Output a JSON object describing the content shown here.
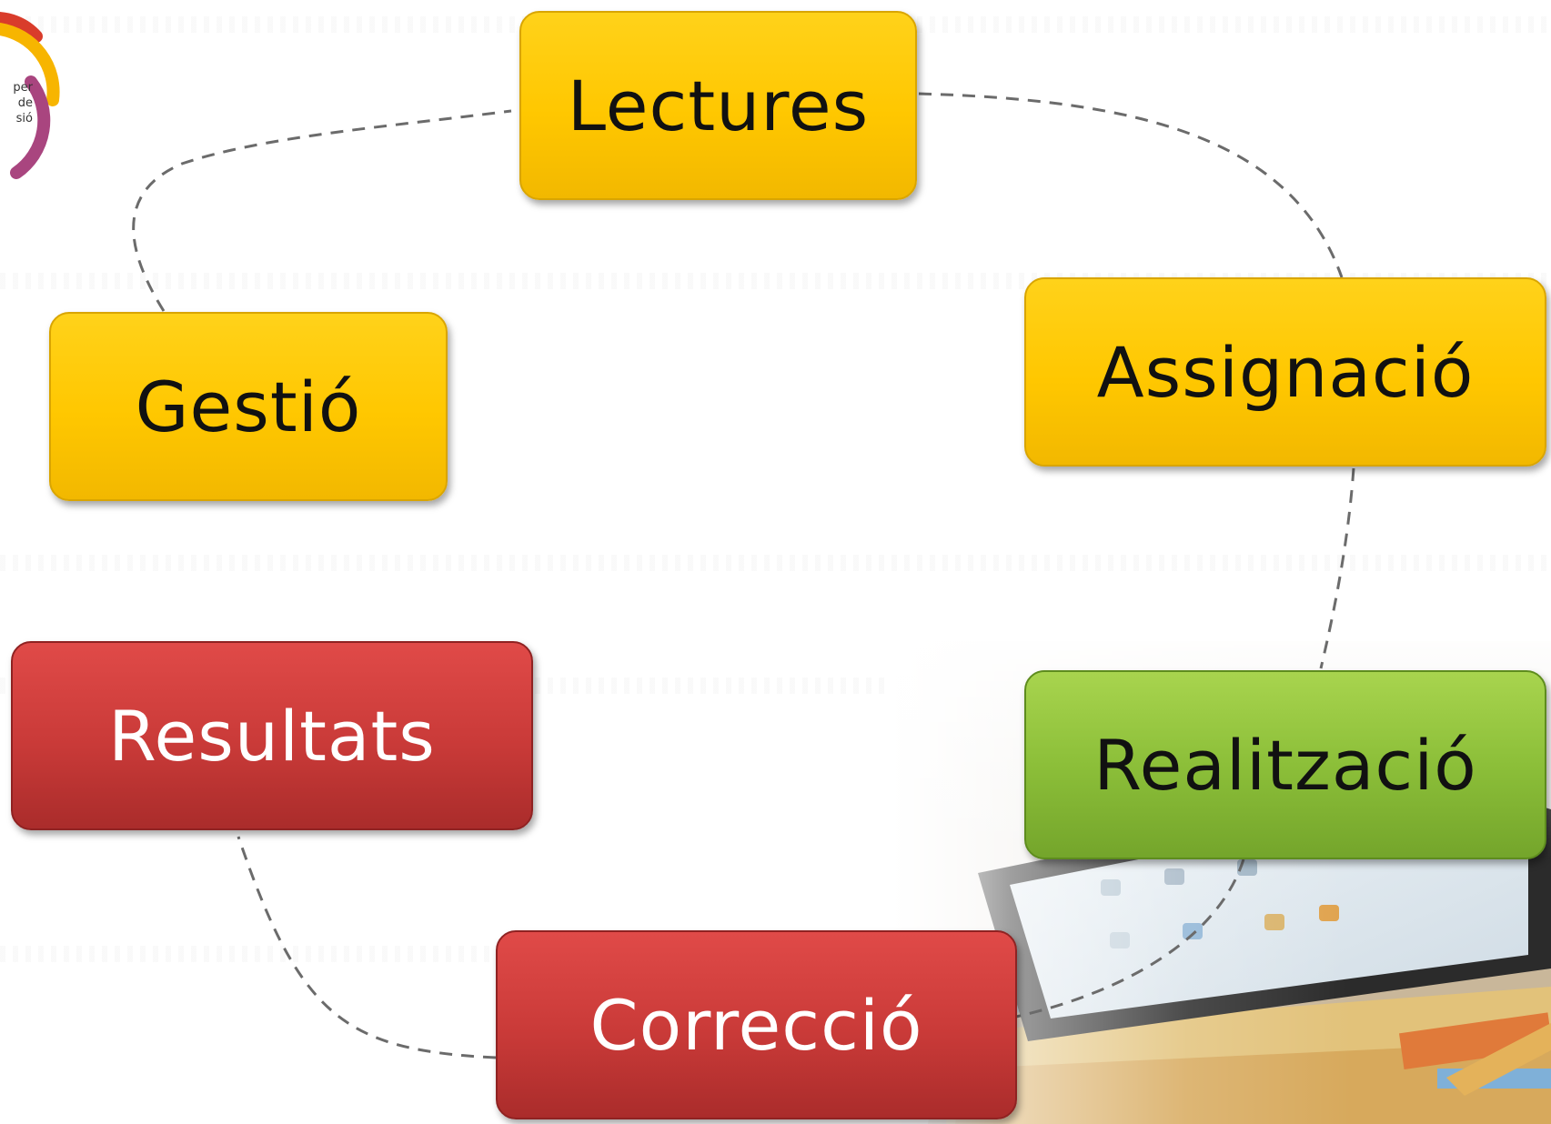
{
  "logo": {
    "lines": [
      "per",
      "de",
      "sió"
    ],
    "colors": [
      "#d93c2b",
      "#f7b500",
      "#a9457f"
    ]
  },
  "steps": {
    "lectures": {
      "label": "Lectures",
      "color": "#ffc700"
    },
    "assignacio": {
      "label": "Assignació",
      "color": "#ffc700"
    },
    "realitzacio": {
      "label": "Realització",
      "color": "#8cbf39"
    },
    "correccio": {
      "label": "Correcció",
      "color": "#c93a38"
    },
    "resultats": {
      "label": "Resultats",
      "color": "#c93a38"
    },
    "gestio": {
      "label": "Gestió",
      "color": "#ffc700"
    }
  },
  "connector_color": "#6b6b6b"
}
